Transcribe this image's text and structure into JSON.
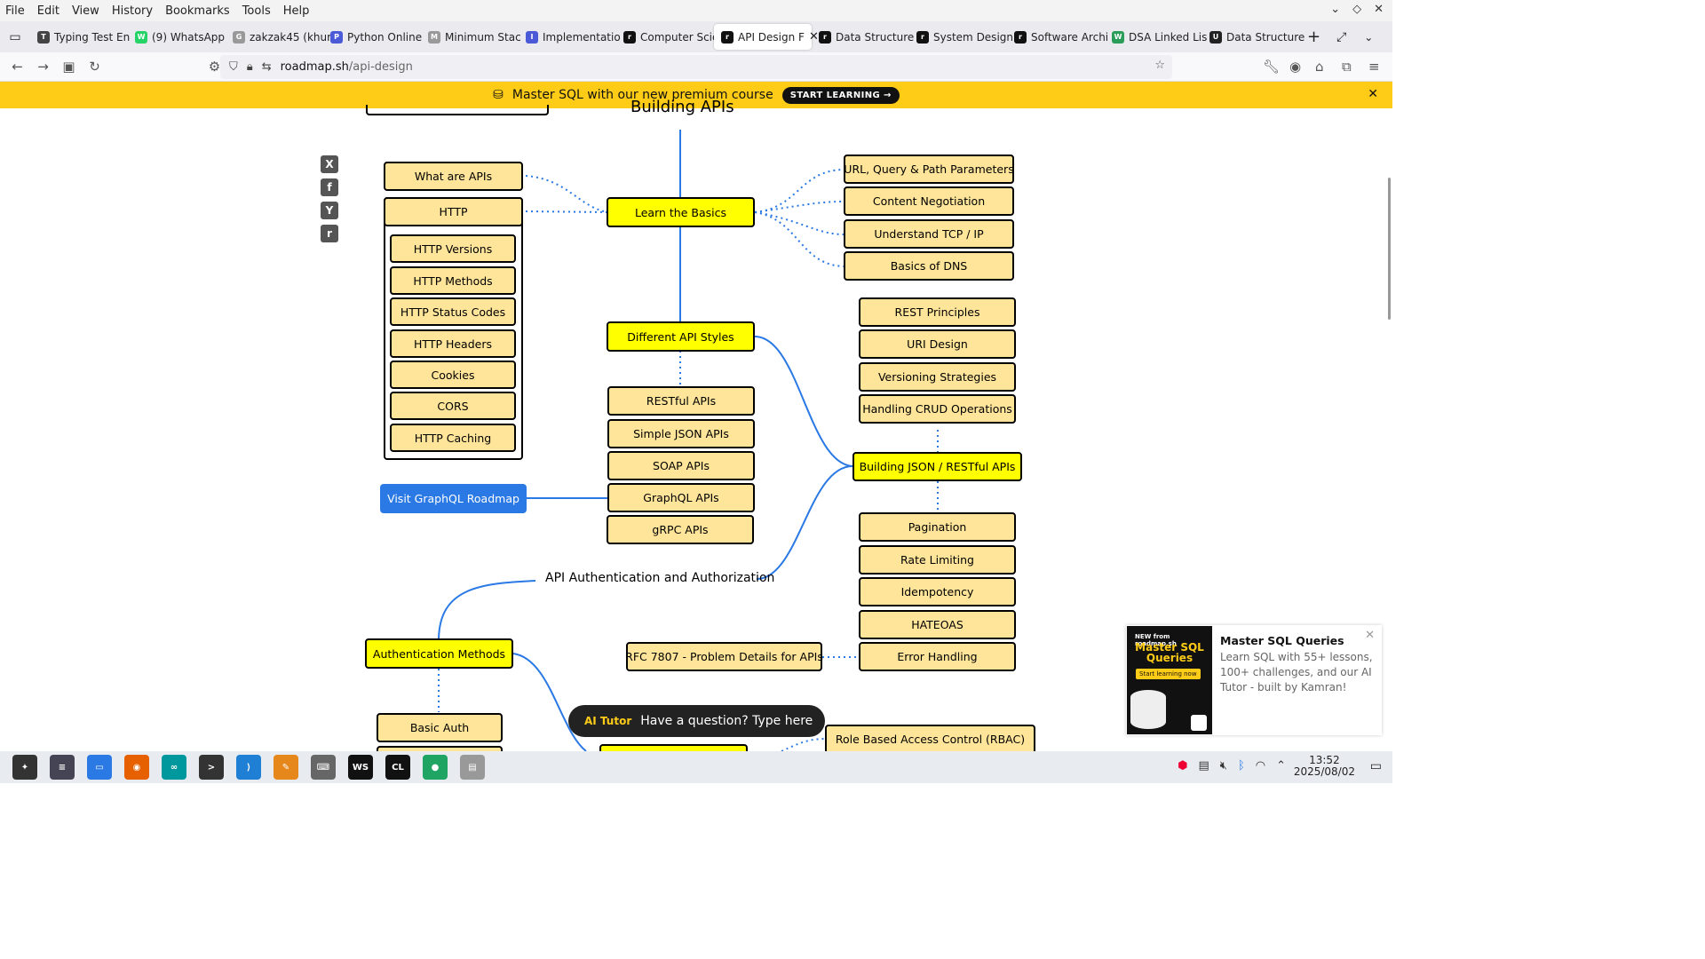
{
  "menu": [
    "File",
    "Edit",
    "View",
    "History",
    "Bookmarks",
    "Tools",
    "Help"
  ],
  "window_controls": [
    "⌄",
    "◇",
    "✕"
  ],
  "tabs": [
    {
      "label": "Typing Test En",
      "icon": "T",
      "color": "#444"
    },
    {
      "label": "(9) WhatsApp",
      "icon": "W",
      "color": "#25d366"
    },
    {
      "label": "zakzak45 (khur",
      "icon": "G",
      "color": "#999"
    },
    {
      "label": "Python Online",
      "icon": "P",
      "color": "#4b5bd8"
    },
    {
      "label": "Minimum Stac",
      "icon": "M",
      "color": "#999"
    },
    {
      "label": "Implementatio",
      "icon": "I",
      "color": "#4b5bd8"
    },
    {
      "label": "Computer Scie",
      "icon": "r",
      "color": "#111"
    },
    {
      "label": "API Design F",
      "icon": "r",
      "color": "#111"
    },
    {
      "label": "Data Structure",
      "icon": "r",
      "color": "#111"
    },
    {
      "label": "System Design",
      "icon": "r",
      "color": "#111"
    },
    {
      "label": "Software Archi",
      "icon": "r",
      "color": "#111"
    },
    {
      "label": "DSA Linked Lis",
      "icon": "W",
      "color": "#2a9d58"
    },
    {
      "label": "Data Structure",
      "icon": "U",
      "color": "#222"
    }
  ],
  "url": {
    "host": "roadmap.sh",
    "path": "/api-design"
  },
  "banner": {
    "text": "Master SQL with our new premium course",
    "cta": "START LEARNING →"
  },
  "roadmap": {
    "partial_title": "Building APIs",
    "nodes": {
      "what_are_apis": "What are APIs",
      "http": "HTTP",
      "http_versions": "HTTP Versions",
      "http_methods": "HTTP Methods",
      "http_status_codes": "HTTP Status Codes",
      "http_headers": "HTTP Headers",
      "cookies": "Cookies",
      "cors": "CORS",
      "http_caching": "HTTP Caching",
      "learn_basics": "Learn the Basics",
      "url_params": "URL, Query & Path Parameters",
      "content_negotiation": "Content Negotiation",
      "tcp_ip": "Understand TCP / IP",
      "dns": "Basics of DNS",
      "api_styles": "Different API Styles",
      "restful": "RESTful APIs",
      "simple_json": "Simple JSON APIs",
      "soap": "SOAP APIs",
      "graphql": "GraphQL APIs",
      "grpc": "gRPC APIs",
      "visit_graphql": "Visit GraphQL Roadmap",
      "rest_principles": "REST Principles",
      "uri_design": "URI Design",
      "versioning": "Versioning Strategies",
      "crud": "Handling CRUD Operations",
      "building_json": "Building JSON / RESTful APIs",
      "pagination": "Pagination",
      "rate_limiting": "Rate Limiting",
      "idempotency": "Idempotency",
      "hateoas": "HATEOAS",
      "error_handling": "Error Handling",
      "rfc7807": "RFC 7807 - Problem Details for APIs",
      "auth_label": "API Authentication and Authorization",
      "auth_methods": "Authentication Methods",
      "basic_auth": "Basic Auth",
      "rbac": "Role Based Access Control (RBAC)"
    }
  },
  "share": [
    "X",
    "f",
    "Y",
    "r"
  ],
  "ai_tutor": {
    "badge": "AI Tutor",
    "placeholder": "Have a question? Type here"
  },
  "promo": {
    "img_small": "NEW from roadmap.sh",
    "img_title": "Master SQL Queries",
    "img_btn": "Start learning now",
    "title": "Master SQL Queries",
    "desc": "Learn SQL with 55+ lessons, 100+ challenges, and our AI Tutor - built by Kamran!"
  },
  "clock": {
    "time": "13:52",
    "date": "2025/08/02"
  },
  "taskbar_icons": [
    {
      "name": "launcher",
      "color": "#333",
      "glyph": "✦"
    },
    {
      "name": "settings",
      "color": "#445",
      "glyph": "≡"
    },
    {
      "name": "files",
      "color": "#2a79e4",
      "glyph": "▭"
    },
    {
      "name": "firefox",
      "color": "#e66000",
      "glyph": "◉"
    },
    {
      "name": "arduino",
      "color": "#00979d",
      "glyph": "∞"
    },
    {
      "name": "terminal",
      "color": "#333",
      "glyph": ">"
    },
    {
      "name": "vscode",
      "color": "#1f7fd4",
      "glyph": "⟩"
    },
    {
      "name": "notes",
      "color": "#e5871b",
      "glyph": "✎"
    },
    {
      "name": "keyboard",
      "color": "#666",
      "glyph": "⌨"
    },
    {
      "name": "webstorm",
      "color": "#111",
      "glyph": "WS"
    },
    {
      "name": "clion",
      "color": "#111",
      "glyph": "CL"
    },
    {
      "name": "chrome",
      "color": "#1fa463",
      "glyph": "●"
    },
    {
      "name": "document",
      "color": "#999",
      "glyph": "▤"
    }
  ]
}
